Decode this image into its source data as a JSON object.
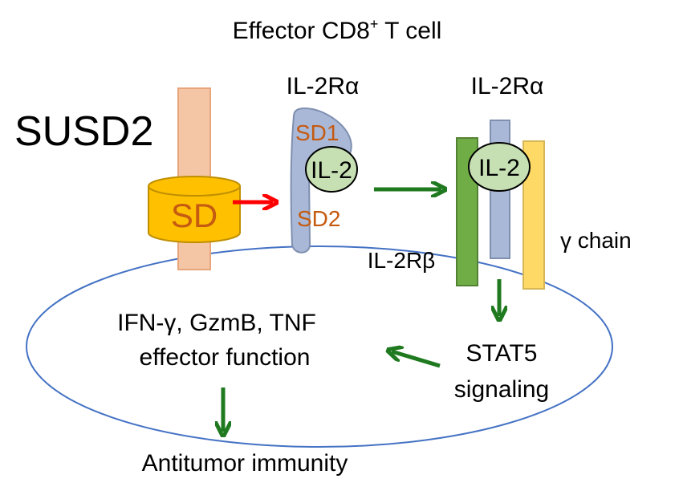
{
  "title": {
    "main": "Effector CD8",
    "sup": "+",
    "rest": " T cell"
  },
  "susd2_label": "SUSD2",
  "sd_label": "SD",
  "left_receptor": {
    "label": "IL-2Rα",
    "sd1": "SD1",
    "sd2": "SD2",
    "ligand": "IL-2"
  },
  "right_receptor": {
    "alpha_label": "IL-2Rα",
    "ligand": "IL-2",
    "beta_label": "IL-2Rβ",
    "gamma_label": "γ chain"
  },
  "signaling": {
    "line1": "STAT5",
    "line2": "signaling"
  },
  "effector": {
    "line1": "IFN-γ, GzmB, TNF",
    "line2": "effector function"
  },
  "outcome": "Antitumor immunity",
  "colors": {
    "cell_outline": "#4472c4",
    "susd2_stalk": "#f4c6a6",
    "sd_domain": "#ffc000",
    "sd_text": "#c55a11",
    "il2_fill": "#c6e0b4",
    "il2ra_fill": "#a9b8d6",
    "il2rb_fill": "#70ad47",
    "gamma_fill": "#ffd966",
    "arrow_red": "#ff0000",
    "arrow_green": "#1f7a1f"
  }
}
